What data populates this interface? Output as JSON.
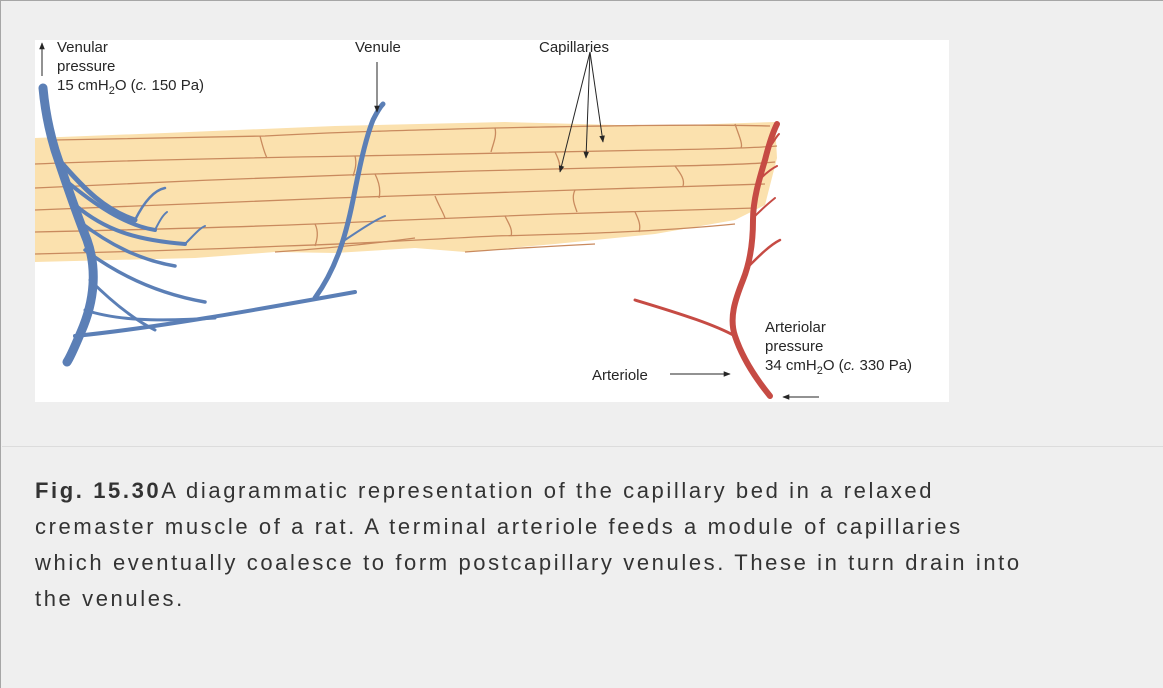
{
  "figure": {
    "labels": {
      "venular_line1": "Venular",
      "venular_line2": "pressure",
      "venular_pressure_prefix": "15 cmH",
      "venular_pressure_sub": "2",
      "venular_pressure_o": "O (",
      "venular_pressure_c": "c.",
      "venular_pressure_pa": " 150 Pa)",
      "venule": "Venule",
      "capillaries": "Capillaries",
      "arteriolar_line1": "Arteriolar",
      "arteriolar_line2": "pressure",
      "arteriolar_pressure_prefix": "34 cmH",
      "arteriolar_pressure_sub": "2",
      "arteriolar_pressure_o": "O (",
      "arteriolar_pressure_c": "c.",
      "arteriolar_pressure_pa": " 330 Pa)",
      "arteriole": "Arteriole"
    },
    "colors": {
      "venous_blue": "#5b7fb6",
      "arterial_red": "#c64b44",
      "muscle_fiber": "#fbe1ae",
      "fiber_outline": "#c98a5e"
    }
  },
  "caption": {
    "label": "Fig. 15.30",
    "line1": "A diagrammatic representation of the capillary bed in a relaxed",
    "line2": "cremaster muscle of a rat. A terminal arteriole feeds a module of capillaries",
    "line3": "which eventually coalesce to form postcapillary venules. These in turn drain into",
    "line4": "the venules."
  }
}
